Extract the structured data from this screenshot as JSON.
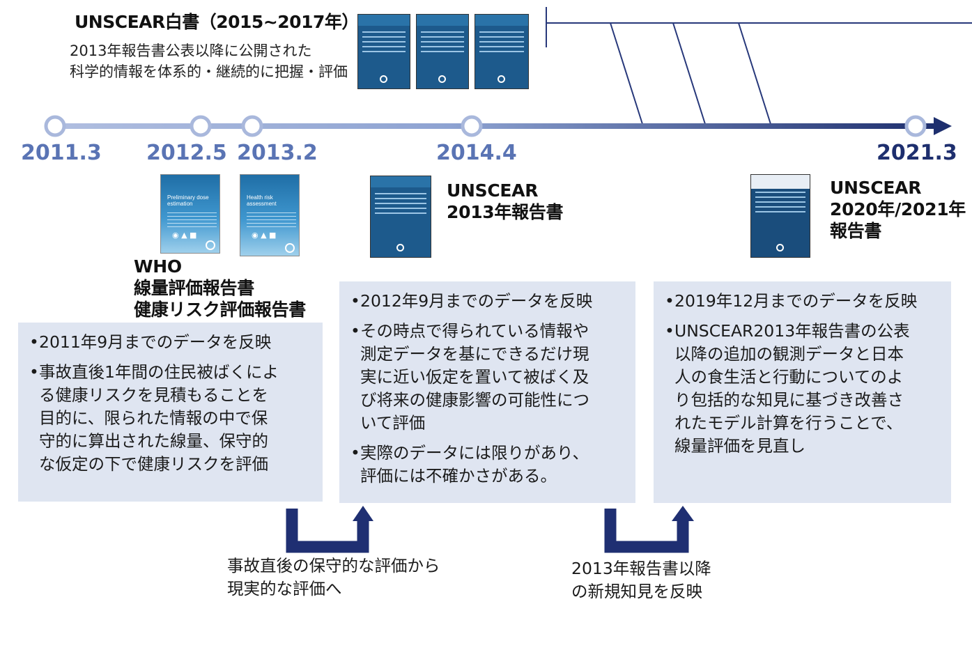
{
  "white_paper": {
    "title": "UNSCEAR白書（2015~2017年）",
    "desc_line1": "2013年報告書公表以降に公開された",
    "desc_line2": "科学的情報を体系的・継続的に把握・評価"
  },
  "timeline": {
    "dates": [
      "2011.3",
      "2012.5",
      "2013.2",
      "2014.4",
      "2021.3"
    ]
  },
  "reports": {
    "who": {
      "line1": "WHO",
      "line2": "線量評価報告書",
      "line3": "健康リスク評価報告書",
      "cover1": "Preliminary dose estimation",
      "cover2": "Health risk assessment"
    },
    "u2013": {
      "line1": "UNSCEAR",
      "line2": "2013年報告書"
    },
    "u2020": {
      "line1": "UNSCEAR",
      "line2": "2020年/2021年",
      "line3": "報告書"
    }
  },
  "boxes": {
    "who": {
      "item1": "2011年9月までのデータを反映",
      "item2_lines": [
        "事故直後1年間の住民被ばくによ",
        "る健康リスクを見積もることを",
        "目的に、限られた情報の中で保",
        "守的に算出された線量、保守的",
        "な仮定の下で健康リスクを評価"
      ]
    },
    "u2013": {
      "item1": "2012年9月までのデータを反映",
      "item2_lines": [
        "その時点で得られている情報や",
        "測定データを基にできるだけ現",
        "実に近い仮定を置いて被ばく及",
        "び将来の健康影響の可能性につ",
        "いて評価"
      ],
      "item3_lines": [
        "実際のデータには限りがあり、",
        "評価には不確かさがある。"
      ]
    },
    "u2020": {
      "item1": "2019年12月までのデータを反映",
      "item2_lines": [
        "UNSCEAR2013年報告書の公表",
        "以降の追加の観測データと日本",
        "人の食生活と行動についてのよ",
        "り包括的な知見に基づき改善さ",
        "れたモデル計算を行うことで、",
        "線量評価を見直し"
      ]
    }
  },
  "captions": {
    "left_line1": "事故直後の保守的な評価から",
    "left_line2": "現実的な評価へ",
    "right_line1": "2013年報告書以降",
    "right_line2": "の新規知見を反映"
  },
  "colors": {
    "timeline_light": "#a9b8dc",
    "timeline_dark": "#1e2f6e",
    "box_fill": "#dfe5f1",
    "arrow": "#1f2f72",
    "date_text": "#5a74b4"
  }
}
